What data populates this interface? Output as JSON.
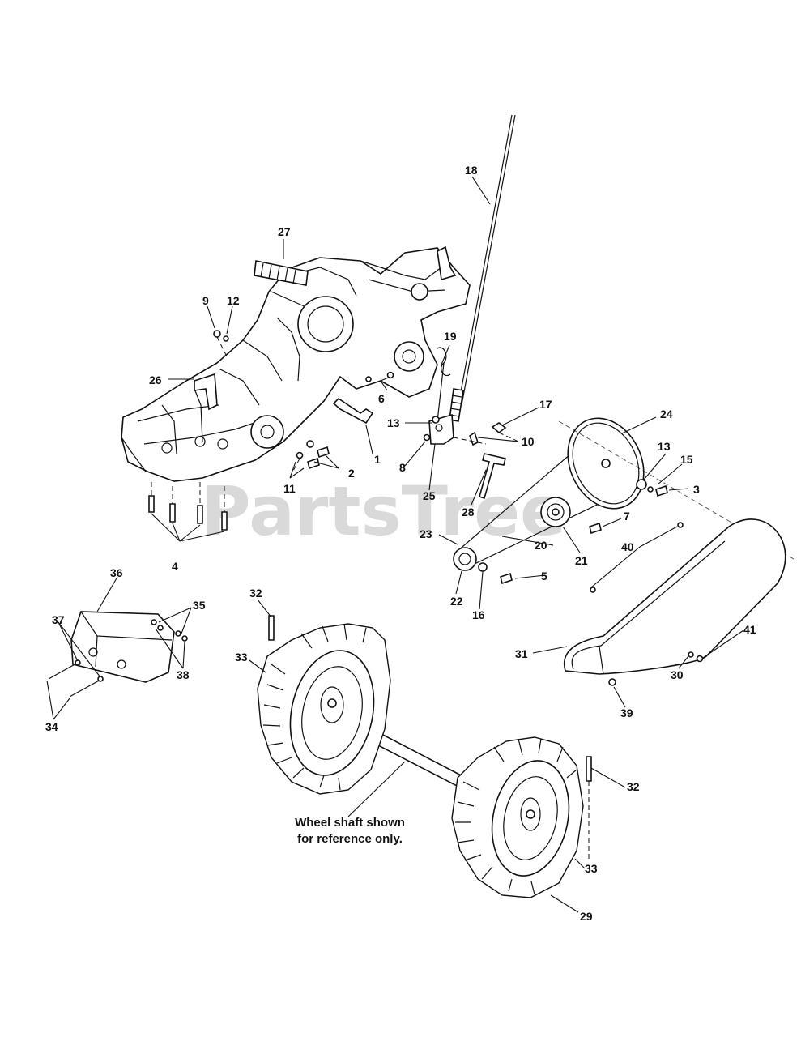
{
  "watermark": "PartsTree",
  "note": {
    "line1": "Wheel shaft shown",
    "line2": "for reference only."
  },
  "callouts": {
    "c1": "1",
    "c2": "2",
    "c3": "3",
    "c4": "4",
    "c5": "5",
    "c6": "6",
    "c7": "7",
    "c8": "8",
    "c9": "9",
    "c10": "10",
    "c11": "11",
    "c12": "12",
    "c13a": "13",
    "c13b": "13",
    "c15": "15",
    "c16": "16",
    "c17": "17",
    "c18": "18",
    "c19": "19",
    "c20": "20",
    "c21": "21",
    "c22": "22",
    "c23": "23",
    "c24": "24",
    "c25": "25",
    "c26": "26",
    "c27": "27",
    "c28": "28",
    "c29": "29",
    "c30": "30",
    "c31": "31",
    "c32a": "32",
    "c32b": "32",
    "c33a": "33",
    "c33b": "33",
    "c34": "34",
    "c35": "35",
    "c36": "36",
    "c37": "37",
    "c38": "38",
    "c39": "39",
    "c40": "40",
    "c41": "41"
  }
}
